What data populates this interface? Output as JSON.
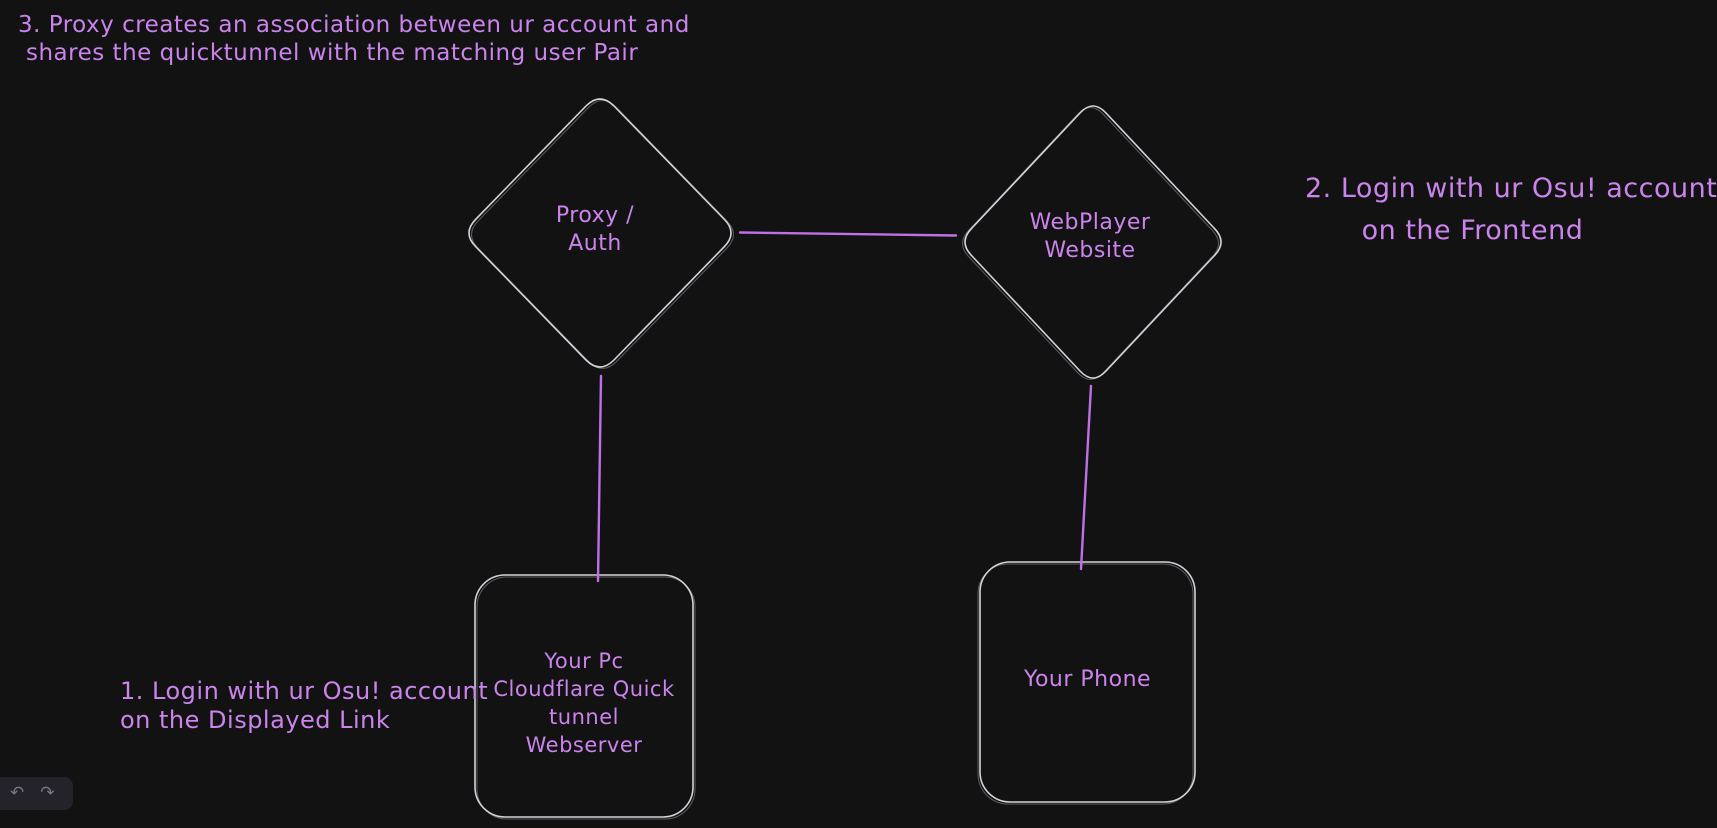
{
  "colors": {
    "background": "#121213",
    "shape_stroke": "#d2d4d9",
    "accent_purple_text": "#ca84ec",
    "accent_purple_line": "#bf70e6",
    "panel_background": "#232329",
    "panel_icon_gray": "#787883"
  },
  "notes": {
    "step3": {
      "line1": "3. Proxy creates an association between ur account and",
      "line2": "shares the quicktunnel with the matching user Pair"
    },
    "step2": {
      "line1": "2. Login with ur Osu! account",
      "line2": "on the Frontend"
    },
    "step1": {
      "line1": "1. Login with ur Osu! account",
      "line2": "on the Displayed Link"
    }
  },
  "nodes": {
    "proxy": {
      "line1": "Proxy /",
      "line2": "Auth"
    },
    "webplayer": {
      "line1": "WebPlayer",
      "line2": "Website"
    },
    "pc": {
      "line1": "Your Pc",
      "line2": "Cloudflare Quick",
      "line3": "tunnel",
      "line4": "Webserver"
    },
    "phone": {
      "label": "Your Phone"
    }
  },
  "toolbar": {
    "undo_icon": "↶",
    "redo_icon": "↷"
  }
}
